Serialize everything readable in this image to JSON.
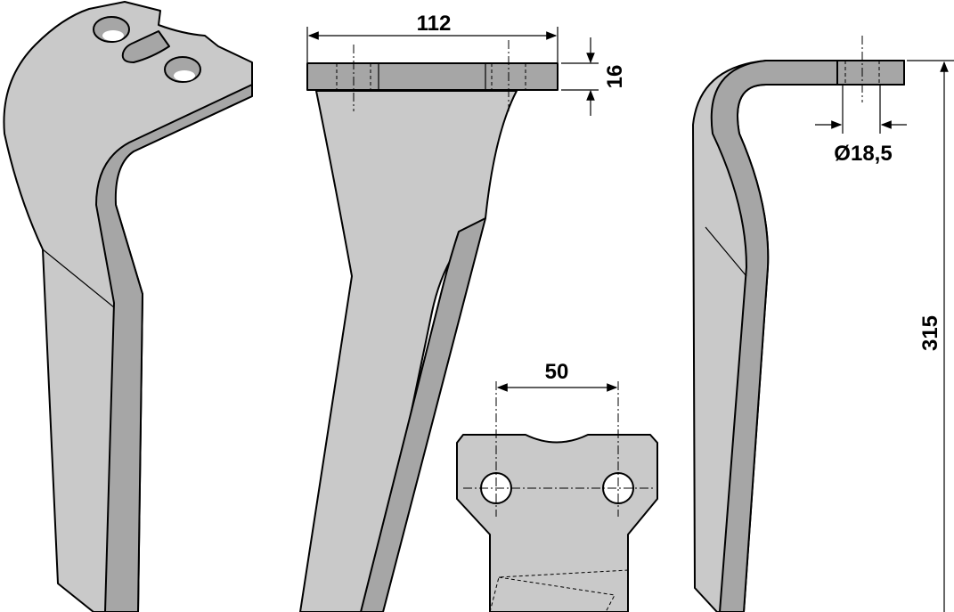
{
  "dimensions": {
    "width_top": "112",
    "thickness": "16",
    "hole_diameter": "Ø18,5",
    "height": "315",
    "hole_spacing": "50"
  },
  "colors": {
    "face": "#c9c9c9",
    "edge": "#a6a6a6",
    "line": "#000000"
  }
}
